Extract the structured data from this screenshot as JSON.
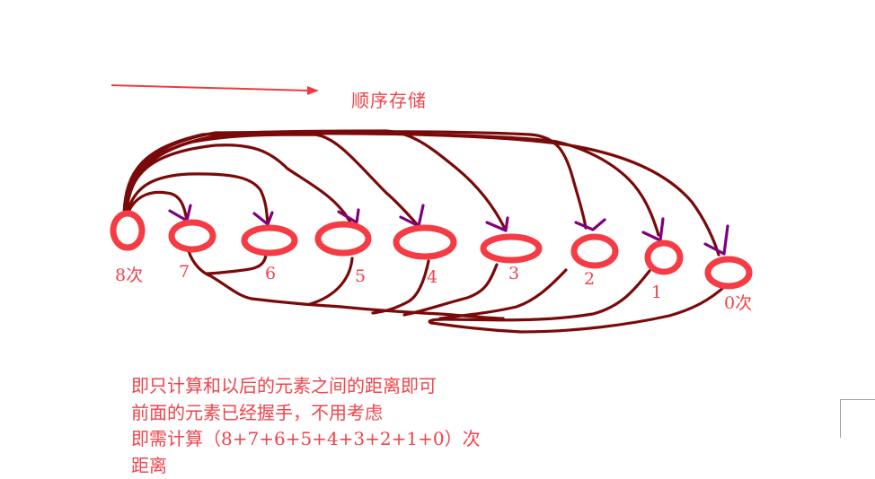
{
  "diagram": {
    "header": {
      "arrow_label": "顺序存储",
      "arrow_direction": "right"
    },
    "nodes": [
      {
        "id": "n8",
        "label": "8次",
        "handshakes": 8
      },
      {
        "id": "n7",
        "label": "7",
        "handshakes": 7
      },
      {
        "id": "n6",
        "label": "6",
        "handshakes": 6
      },
      {
        "id": "n5",
        "label": "5",
        "handshakes": 5
      },
      {
        "id": "n4",
        "label": "4",
        "handshakes": 4
      },
      {
        "id": "n3",
        "label": "3",
        "handshakes": 3
      },
      {
        "id": "n2",
        "label": "2",
        "handshakes": 2
      },
      {
        "id": "n1",
        "label": "1",
        "handshakes": 1
      },
      {
        "id": "n0",
        "label": "0次",
        "handshakes": 0
      }
    ],
    "edges_from_first": [
      "n7",
      "n6",
      "n5",
      "n4",
      "n3",
      "n2",
      "n1",
      "n0"
    ],
    "notes": [
      "即只计算和以后的元素之间的距离即可",
      "前面的元素已经握手，不用考虑",
      "即需计算（8+7+6+5+4+3+2+1+0）次",
      "距离"
    ],
    "colors": {
      "node_ring": "#f53b44",
      "curve": "#7a0a0a",
      "arrowhead": "#800080",
      "text": "#f0434a",
      "header_arrow": "#f03a40"
    }
  }
}
